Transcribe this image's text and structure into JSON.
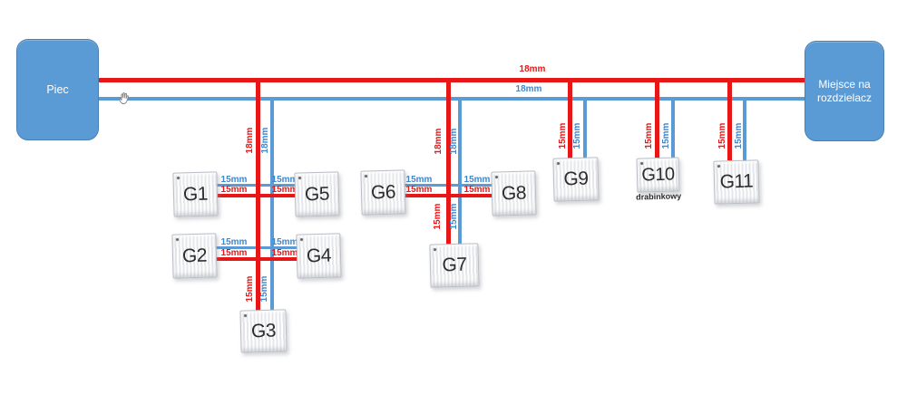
{
  "diagram": {
    "boiler": {
      "label": "Piec"
    },
    "manifold": {
      "line1": "Miejsce na",
      "line2": "rozdzielacz"
    }
  },
  "colors": {
    "supply": "#e81717",
    "return": "#5b9bd5",
    "block_fill": "#5b9bd5",
    "block_border": "#4a7fb5"
  },
  "radiators": {
    "g1": {
      "label": "G1"
    },
    "g2": {
      "label": "G2"
    },
    "g3": {
      "label": "G3"
    },
    "g4": {
      "label": "G4"
    },
    "g5": {
      "label": "G5"
    },
    "g6": {
      "label": "G6"
    },
    "g7": {
      "label": "G7"
    },
    "g8": {
      "label": "G8"
    },
    "g9": {
      "label": "G9"
    },
    "g10": {
      "label": "G10",
      "caption": "drabinkowy"
    },
    "g11": {
      "label": "G11"
    }
  },
  "labels": {
    "main_supply": "18mm",
    "main_return": "18mm",
    "riser1_supply": "18mm",
    "riser1_return": "18mm",
    "riser2_supply": "18mm",
    "riser2_return": "18mm",
    "g1_supply": "15mm",
    "g1_return": "15mm",
    "g5_supply": "15mm",
    "g5_return": "15mm",
    "g2_supply": "15mm",
    "g2_return": "15mm",
    "g4_supply": "15mm",
    "g4_return": "15mm",
    "g3_supply": "15mm",
    "g3_return": "15mm",
    "g6_supply": "15mm",
    "g6_return": "15mm",
    "g8_supply": "15mm",
    "g8_return": "15mm",
    "g7_supply": "15mm",
    "g7_return": "15mm",
    "g9_supply": "15mm",
    "g9_return": "15mm",
    "g10_supply": "15mm",
    "g10_return": "15mm",
    "g11_supply": "15mm",
    "g11_return": "15mm"
  },
  "cursor": {
    "icon": "pan-hand"
  }
}
